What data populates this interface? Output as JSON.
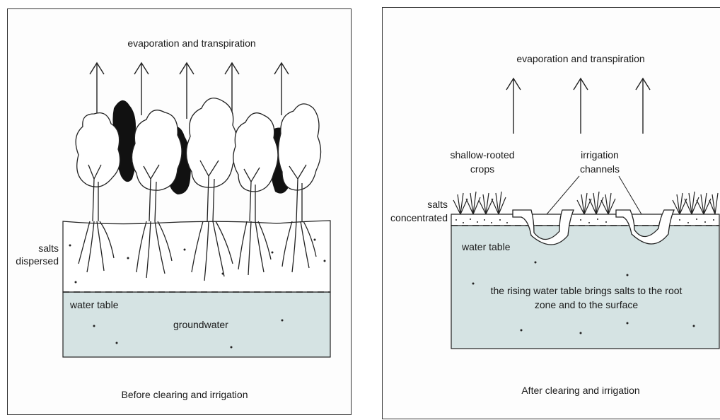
{
  "left_panel": {
    "top_label": "evaporation and transpiration",
    "salts_label_line1": "salts",
    "salts_label_line2": "dispersed",
    "water_table_label": "water table",
    "groundwater_label": "groundwater",
    "caption": "Before clearing and irrigation"
  },
  "right_panel": {
    "top_label": "evaporation and transpiration",
    "crops_label_line1": "shallow-rooted",
    "crops_label_line2": "crops",
    "channels_label_line1": "irrigation",
    "channels_label_line2": "channels",
    "salts_label_line1": "salts",
    "salts_label_line2": "concentrated",
    "water_table_label": "water table",
    "rising_label_line1": "the rising water table brings salts to the root",
    "rising_label_line2": "zone and to the surface",
    "caption": "After clearing and irrigation"
  },
  "colors": {
    "groundwater": "#d5e3e3",
    "ink": "#1a1a1a",
    "background": "#fdfdfd"
  }
}
